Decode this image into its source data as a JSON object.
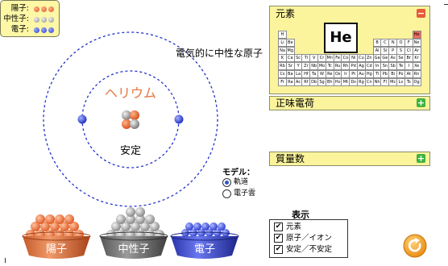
{
  "legend": {
    "proton_label": "陽子:",
    "neutron_label": "中性子:",
    "electron_label": "電子:"
  },
  "atom": {
    "charge_text": "電気的に中性な原子",
    "element_name": "ヘリウム",
    "stability_text": "安定"
  },
  "model": {
    "title": "モデル：",
    "options": [
      "軌道",
      "電子雲"
    ],
    "selected": "軌道"
  },
  "buckets": {
    "proton_label": "陽子",
    "neutron_label": "中性子",
    "electron_label": "電子"
  },
  "panels": {
    "element_title": "元素",
    "element_symbol": "He",
    "net_charge_title": "正味電荷",
    "mass_number_title": "質量数"
  },
  "periodic_table": {
    "rows": [
      [
        "H",
        "",
        "",
        "",
        "",
        "",
        "",
        "",
        "",
        "",
        "",
        "",
        "",
        "",
        "",
        "",
        "",
        "He"
      ],
      [
        "Li",
        "Be",
        "",
        "",
        "",
        "",
        "",
        "",
        "",
        "",
        "",
        "",
        "B",
        "C",
        "N",
        "O",
        "F",
        "Ne"
      ],
      [
        "Na",
        "Mg",
        "",
        "",
        "",
        "",
        "",
        "",
        "",
        "",
        "",
        "",
        "Al",
        "Si",
        "P",
        "S",
        "Cl",
        "Ar"
      ],
      [
        "K",
        "Ca",
        "Sc",
        "Ti",
        "V",
        "Cr",
        "Mn",
        "Fe",
        "Co",
        "Ni",
        "Cu",
        "Zn",
        "Ga",
        "Ge",
        "As",
        "Se",
        "Br",
        "Kr"
      ],
      [
        "Rb",
        "Sr",
        "Y",
        "Zr",
        "Nb",
        "Mo",
        "Tc",
        "Ru",
        "Rh",
        "Pd",
        "Ag",
        "Cd",
        "In",
        "Sn",
        "Sb",
        "Te",
        "I",
        "Xe"
      ],
      [
        "Cs",
        "Ba",
        "La",
        "Hf",
        "Ta",
        "W",
        "Re",
        "Os",
        "Ir",
        "Pt",
        "Au",
        "Hg",
        "Tl",
        "Pb",
        "Bi",
        "Po",
        "At",
        "Rn"
      ],
      [
        "Fr",
        "Ra",
        "Ac",
        "Rf",
        "Db",
        "Sg",
        "Bh",
        "Hs",
        "Mt",
        "Ds",
        "Rg",
        "Cn",
        "Nh",
        "Fl",
        "Mc",
        "Lv",
        "Ts",
        "Og"
      ]
    ],
    "highlighted": "He"
  },
  "display": {
    "title": "表示",
    "options": [
      {
        "label": "元素",
        "checked": true
      },
      {
        "label": "原子／イオン",
        "checked": true
      },
      {
        "label": "安定／不安定",
        "checked": true
      }
    ]
  },
  "colors": {
    "proton": "#e8743f",
    "neutron": "#9a9a9a",
    "electron": "#3f4fd6",
    "panel": "#fbf49c",
    "accent_green": "#3fb33f",
    "accent_red": "#e65b3a",
    "reset": "#f29a1a"
  },
  "icons": {
    "reset": "reset-icon",
    "expand": "plus-icon",
    "collapse": "minus-icon"
  }
}
